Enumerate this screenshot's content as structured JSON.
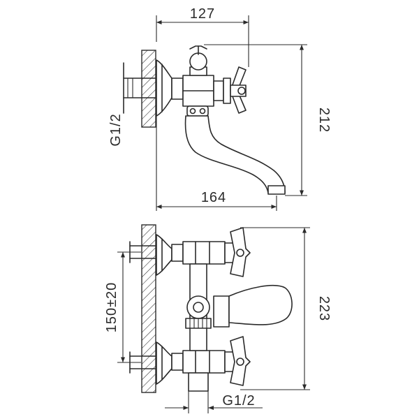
{
  "dimensions": {
    "top_width": "127",
    "top_height": "212",
    "top_length": "164",
    "top_thread": "G1/2",
    "bottom_center_distance": "150±20",
    "bottom_height": "223",
    "bottom_thread": "G1/2"
  }
}
